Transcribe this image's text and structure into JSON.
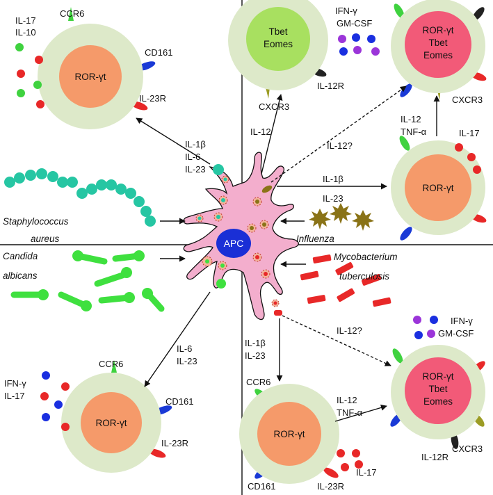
{
  "apc": {
    "label": "APC"
  },
  "pathogens": {
    "staph_line1": "Staphylococcus",
    "staph_line2": "aureus",
    "influenza": "Influenza",
    "candida_line1": "Candida",
    "candida_line2": "albicans",
    "mtb_line1": "Mycobacterium",
    "mtb_line2": "tuberculosis"
  },
  "cells": {
    "tl": {
      "nucleus": [
        "ROR-γt"
      ],
      "receptors": [
        "CCR6",
        "CD161",
        "IL-23R"
      ],
      "cytokines": [
        "IL-17",
        "IL-10"
      ]
    },
    "tm": {
      "nucleus": [
        "Tbet",
        "Eomes"
      ],
      "receptors": [
        "IL-12R",
        "CXCR3"
      ]
    },
    "tr": {
      "nucleus": [
        "ROR-γt",
        "Tbet",
        "Eomes"
      ],
      "receptors": [
        "CXCR3"
      ],
      "cytokines": [
        "IFN-γ",
        "GM-CSF"
      ]
    },
    "mr": {
      "nucleus": [
        "ROR-γt"
      ],
      "cytokines": [
        "IL-17"
      ]
    },
    "bl": {
      "nucleus": [
        "ROR-γt"
      ],
      "receptors": [
        "CCR6",
        "CD161",
        "IL-23R"
      ],
      "cytokines": [
        "IFN-γ",
        "IL-17"
      ]
    },
    "bm": {
      "nucleus": [
        "ROR-γt"
      ],
      "receptors": [
        "CCR6",
        "CD161",
        "IL-23R"
      ],
      "cytokines": [
        "IL-17"
      ]
    },
    "br": {
      "nucleus": [
        "ROR-γt",
        "Tbet",
        "Eomes"
      ],
      "receptors": [
        "CXCR3",
        "IL-12R"
      ],
      "cytokines": [
        "IFN-γ",
        "GM-CSF"
      ]
    }
  },
  "arrows": {
    "to_tl": [
      "IL-1β",
      "IL-6",
      "IL-23"
    ],
    "to_tm": [
      "IL-12"
    ],
    "to_tr_dashed": [
      "IL-12?"
    ],
    "to_mr": [
      "IL-1β",
      "IL-23"
    ],
    "mr_to_tr": [
      "IL-12",
      "TNF-α"
    ],
    "to_bl": [
      "IL-6",
      "IL-23"
    ],
    "to_bm": [
      "IL-1β",
      "IL-23"
    ],
    "to_br_dashed": [
      "IL-12?"
    ],
    "bm_to_br": [
      "IL-12",
      "TNF-α"
    ]
  },
  "colors": {
    "cell_outer": "#dde9c9",
    "nucleus_orange": "#f59a6a",
    "nucleus_pink": "#f25a78",
    "nucleus_green": "#a8e060",
    "apc_body": "#f3aecd",
    "apc_nucleus": "#1a2fd6",
    "receptor_green": "#3fd23f",
    "receptor_blue": "#1a3ad6",
    "receptor_red": "#e82828",
    "receptor_olive": "#9c9c25",
    "receptor_black": "#222222",
    "staph": "#26c6a3",
    "candida": "#3fe03f",
    "influenza": "#8a7317",
    "mtb": "#e82828",
    "cytokine_purple": "#9b35d9",
    "cytokine_blue": "#1a2fe0"
  }
}
